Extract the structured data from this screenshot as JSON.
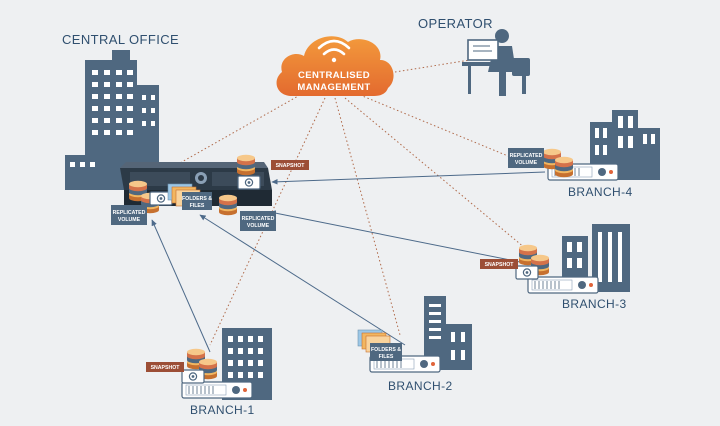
{
  "title_central": "CENTRAL OFFICE",
  "title_operator": "OPERATOR",
  "cloud": {
    "line1": "CENTRALISED",
    "line2": "MANAGEMENT"
  },
  "branches": {
    "b1": "BRANCH-1",
    "b2": "BRANCH-2",
    "b3": "BRANCH-3",
    "b4": "BRANCH-4"
  },
  "tags": {
    "snapshot": "SNAPSHOT",
    "replicated_1": "REPLICATED",
    "replicated_2": "VOLUME",
    "folders_1": "FOLDERS &",
    "folders_2": "FILES"
  },
  "colors": {
    "building": "#4f6880",
    "accent": "#e0643a",
    "snapshot_tag": "#9c4e36",
    "replicated_tag": "#4f6880",
    "arrow": "#4d6a8a",
    "dotted": "#b06a4a"
  }
}
